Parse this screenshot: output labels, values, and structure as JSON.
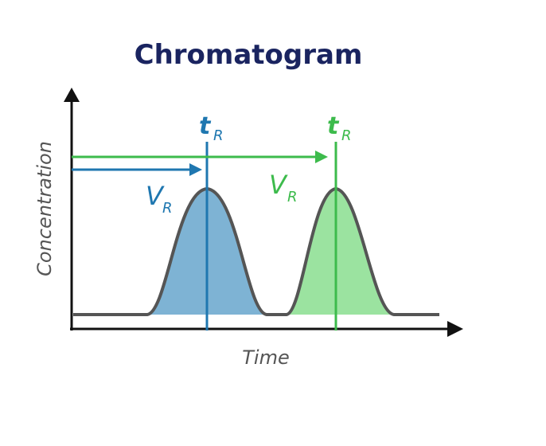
{
  "title": "Chromatogram",
  "axes": {
    "x_label": "Time",
    "y_label": "Concentration"
  },
  "peaks": [
    {
      "name": "peak-1",
      "retention_time_label": "t",
      "retention_time_subscript": "R",
      "retention_volume_label": "V",
      "retention_volume_subscript": "R",
      "fill_color": "#7eb3d4",
      "line_color": "#1f77b0"
    },
    {
      "name": "peak-2",
      "retention_time_label": "t",
      "retention_time_subscript": "R",
      "retention_volume_label": "V",
      "retention_volume_subscript": "R",
      "fill_color": "#9be3a0",
      "line_color": "#3dbb4c"
    }
  ],
  "colors": {
    "title": "#1a2460",
    "axis": "#111111",
    "curve": "#555555",
    "axis_label": "#555555"
  }
}
